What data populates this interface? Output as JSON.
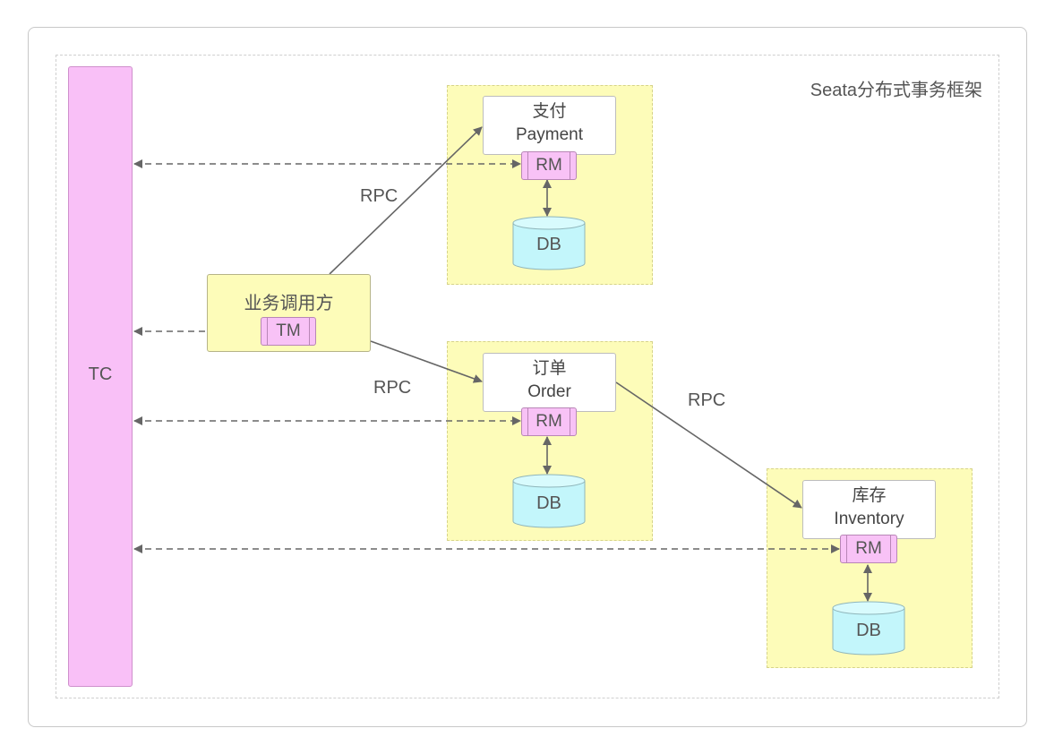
{
  "title": "Seata分布式事务框架",
  "tc": {
    "label": "TC"
  },
  "caller": {
    "label": "业务调用方",
    "tm": "TM"
  },
  "rpc_labels": [
    "RPC",
    "RPC",
    "RPC"
  ],
  "services": [
    {
      "name_zh": "支付",
      "name_en": "Payment",
      "rm": "RM",
      "db": "DB"
    },
    {
      "name_zh": "订单",
      "name_en": "Order",
      "rm": "RM",
      "db": "DB"
    },
    {
      "name_zh": "库存",
      "name_en": "Inventory",
      "rm": "RM",
      "db": "DB"
    }
  ],
  "colors": {
    "tc_fill": "#f9c0f7",
    "zone_fill": "#fdfcb9",
    "db_fill": "#c3f6fb",
    "tag_fill": "#f8c2f6",
    "line": "#666666"
  }
}
